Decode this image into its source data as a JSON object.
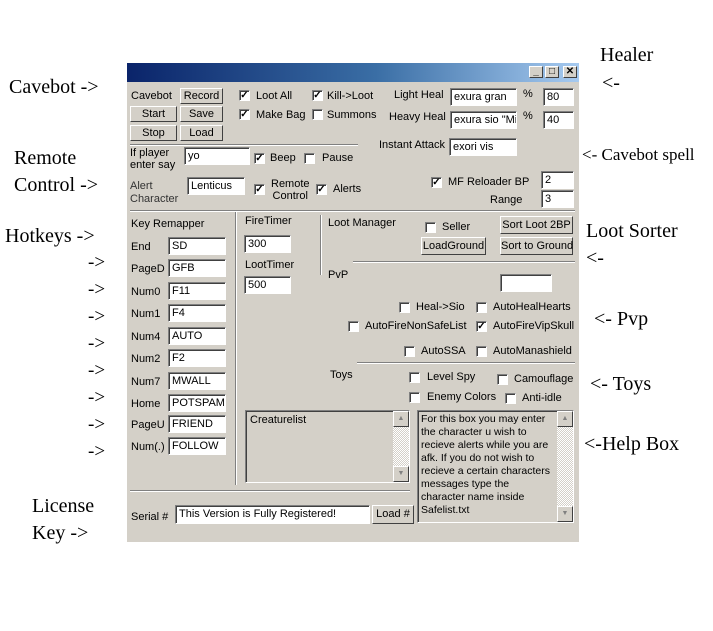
{
  "annotations": {
    "cavebot": "Cavebot ->",
    "healer": "Healer",
    "healer_arrow": "<-",
    "remote_control": "Remote\nControl ->",
    "cavebot_spell": "<- Cavebot spell",
    "hotkeys": "Hotkeys ->",
    "hotkey_arrows": [
      "->",
      "->",
      "->",
      "->",
      "->",
      "->",
      "->",
      "->"
    ],
    "loot_sorter": "Loot Sorter",
    "loot_sorter_arrow": "<-",
    "pvp": "<- Pvp",
    "toys": "<- Toys",
    "help_box": "<-Help Box",
    "license_key": "License\nKey ->"
  },
  "titlebar": {
    "min": "_",
    "max": "□",
    "close": "✕"
  },
  "cavebot": {
    "label": "Cavebot",
    "record": "Record",
    "start": "Start",
    "save": "Save",
    "stop": "Stop",
    "load": "Load",
    "loot_all": "Loot All",
    "loot_all_checked": true,
    "kill_loot": "Kill->Loot",
    "kill_loot_checked": true,
    "make_bag": "Make Bag",
    "make_bag_checked": true,
    "summons": "Summons",
    "summons_checked": false
  },
  "healer": {
    "light_heal_label": "Light Heal",
    "light_heal_spell": "exura gran",
    "light_pct": "80",
    "heavy_heal_label": "Heavy Heal",
    "heavy_heal_spell": "exura sio \"Mi",
    "heavy_pct": "40",
    "pct_symbol": "%"
  },
  "instant_attack": {
    "label": "Instant Attack",
    "value": "exori vis"
  },
  "remote": {
    "if_player_label": "If player\nenter say",
    "say_value": "yo",
    "beep": "Beep",
    "beep_checked": true,
    "pause": "Pause",
    "pause_checked": false,
    "alert_char_label": "Alert\nCharacter",
    "alert_char_value": "Lenticus",
    "remote_control": "Remote\nControl",
    "remote_control_checked": true,
    "alerts": "Alerts",
    "alerts_checked": true
  },
  "mf_reloader": {
    "label": "MF Reloader BP",
    "checked": true,
    "bp_value": "2",
    "range_label": "Range",
    "range_value": "3"
  },
  "hotkeys": {
    "title": "Key Remapper",
    "items": [
      {
        "key": "End",
        "value": "SD"
      },
      {
        "key": "PageD",
        "value": "GFB"
      },
      {
        "key": "Num0",
        "value": "F11"
      },
      {
        "key": "Num1",
        "value": "F4"
      },
      {
        "key": "Num4",
        "value": "AUTO"
      },
      {
        "key": "Num2",
        "value": "F2"
      },
      {
        "key": "Num7",
        "value": "MWALL"
      },
      {
        "key": "Home",
        "value": "POTSPAM"
      },
      {
        "key": "PageU",
        "value": "FRIEND"
      },
      {
        "key": "Num(.)",
        "value": "FOLLOW"
      }
    ]
  },
  "timers": {
    "fire_label": "FireTimer",
    "fire_value": "300",
    "loot_label": "LootTimer",
    "loot_value": "500"
  },
  "loot_manager": {
    "label": "Loot Manager",
    "seller": "Seller",
    "seller_checked": false,
    "sort_loot": "Sort Loot 2BP",
    "load_ground": "LoadGround",
    "sort_ground": "Sort to Ground"
  },
  "pvp": {
    "label": "PvP",
    "field_value": "",
    "heal_sio": "Heal->Sio",
    "heal_sio_checked": false,
    "auto_heal_hearts": "AutoHealHearts",
    "auto_heal_hearts_checked": false,
    "auto_fire_non_safe": "AutoFireNonSafeList",
    "auto_fire_non_safe_checked": false,
    "auto_fire_vip": "AutoFireVipSkull",
    "auto_fire_vip_checked": true,
    "auto_ssa": "AutoSSA",
    "auto_ssa_checked": false,
    "auto_manashield": "AutoManashield",
    "auto_manashield_checked": false
  },
  "toys": {
    "label": "Toys",
    "level_spy": "Level Spy",
    "level_spy_checked": false,
    "camouflage": "Camouflage",
    "camouflage_checked": false,
    "enemy_colors": "Enemy Colors",
    "enemy_colors_checked": false,
    "anti_idle": "Anti-idle",
    "anti_idle_checked": false
  },
  "creaturelist": {
    "text": "Creaturelist"
  },
  "help_text": "For this box you may enter the character u wish to recieve alerts while you are afk. If you do not wish to recieve a certain characters messages type the character name inside Safelist.txt",
  "serial": {
    "label": "Serial #",
    "value": "This Version is Fully Registered!",
    "load_button": "Load #"
  }
}
